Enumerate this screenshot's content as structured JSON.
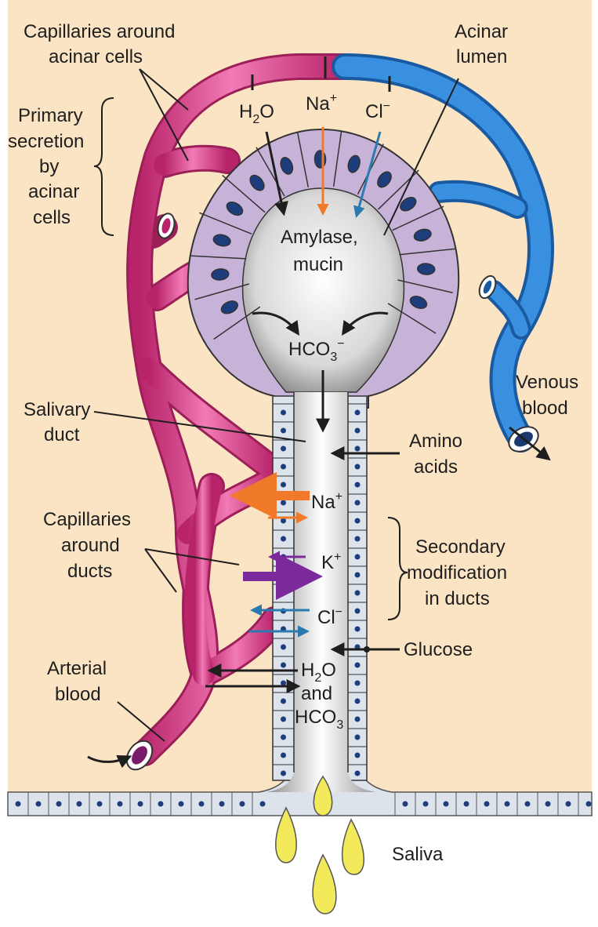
{
  "labels": {
    "capillaries_acinar_1": "Capillaries around",
    "capillaries_acinar_2": "acinar cells",
    "acinar_lumen_1": "Acinar",
    "acinar_lumen_2": "lumen",
    "primary_1": "Primary",
    "primary_2": "secretion",
    "primary_3": "by",
    "primary_4": "acinar",
    "primary_5": "cells",
    "amylase_1": "Amylase,",
    "amylase_2": "mucin",
    "venous_1": "Venous",
    "venous_2": "blood",
    "salivary_duct_1": "Salivary",
    "salivary_duct_2": "duct",
    "amino_1": "Amino",
    "amino_2": "acids",
    "capillaries_ducts_1": "Capillaries",
    "capillaries_ducts_2": "around",
    "capillaries_ducts_3": "ducts",
    "secondary_1": "Secondary",
    "secondary_2": "modification",
    "secondary_3": "in ducts",
    "glucose": "Glucose",
    "arterial_1": "Arterial",
    "arterial_2": "blood",
    "saliva": "Saliva"
  },
  "ions": {
    "h2o_top": "H",
    "h2o_top_sub": "2",
    "h2o_top_end": "O",
    "na_top": "Na",
    "na_top_sup": "+",
    "cl_top": "Cl",
    "cl_top_sup": "−",
    "hco3_acinar": "HCO",
    "hco3_acinar_sub": "3",
    "hco3_acinar_sup": "−",
    "na_duct": "Na",
    "na_duct_sup": "+",
    "k_duct": "K",
    "k_duct_sup": "+",
    "cl_duct": "Cl",
    "cl_duct_sup": "−",
    "h2o_duct": "H",
    "h2o_duct_sub": "2",
    "h2o_duct_end": "O",
    "and": "and",
    "hco3_duct": "HCO",
    "hco3_duct_sub": "3"
  },
  "colors": {
    "background": "#fbe4c4",
    "artery": "#e0458f",
    "vein": "#2f80d0",
    "acinar_cell": "#c8b3d8",
    "nucleus": "#1d3d7c",
    "duct_cell": "#dde3ea",
    "sodium_arrow": "#f07a2a",
    "potassium_arrow": "#7a2a9a",
    "chloride_arrow": "#2a7ab0",
    "saliva_drop": "#f2ea5a"
  }
}
